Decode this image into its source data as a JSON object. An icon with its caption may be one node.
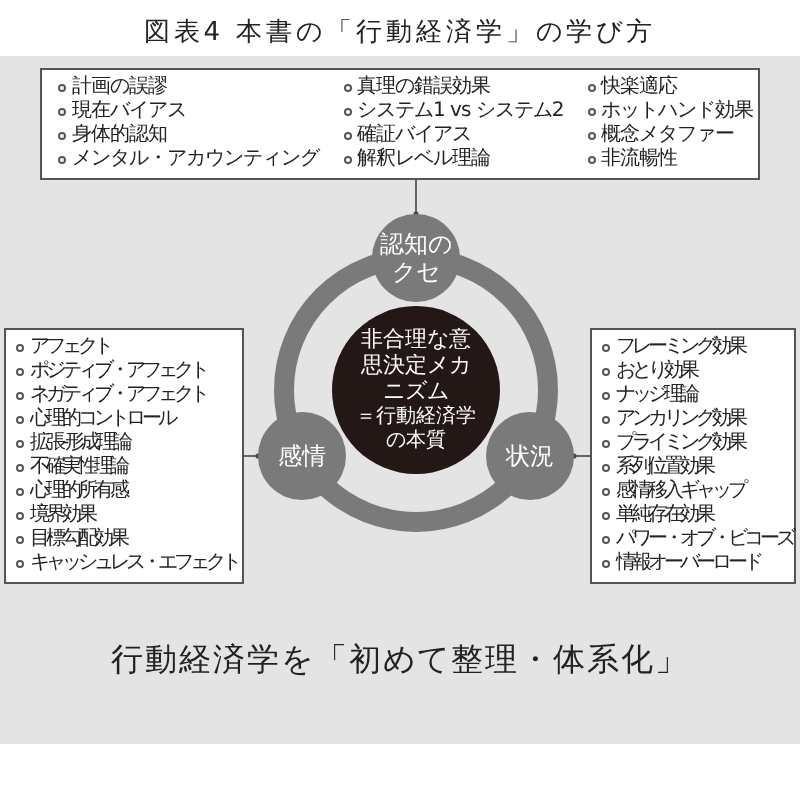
{
  "diagram": {
    "title": "図表4 本書の「行動経済学」の学び方",
    "caption": "行動経済学を「初めて整理・体系化」",
    "nodes": [
      {
        "text": [
          "計画の誤謬",
          "現在バイアス",
          "身体的認知",
          "メンタル・アカウンティング",
          "真理の錯誤効果",
          "システム1 vs システム2",
          "確証バイアス",
          "解釈レベル理論",
          "快楽適応",
          "ホットハンド効果",
          "概念メタファー",
          "非流暢性"
        ]
      },
      {
        "text": [
          "認知のクセ"
        ]
      },
      {
        "text": [
          "非合理な意思決定メカニズム",
          "＝行動経済学の本質"
        ]
      },
      {
        "text": [
          "アフェクト",
          "ポジティブ・アフェクト",
          "ネガティブ・アフェクト",
          "心理的コントロール",
          "拡張-形成理論",
          "不確実性理論",
          "心理的所有感",
          "境界効果",
          "目標勾配効果",
          "キャッシュレス・エフェクト"
        ]
      },
      {
        "text": [
          "感情"
        ]
      },
      {
        "text": [
          "フレーミング効果",
          "おとり効果",
          "ナッジ理論",
          "アンカリング効果",
          "プライミング効果",
          "系列位置効果",
          "感情移入ギャップ",
          "単純存在効果",
          "パワー・オブ・ビコーズ",
          "情報オーバーロード"
        ]
      },
      {
        "text": [
          "状況"
        ]
      }
    ],
    "edges": [
      {
        "from": 0,
        "to": 1,
        "arrow": "other"
      },
      {
        "from": 3,
        "to": 4,
        "arrow": "other"
      },
      {
        "from": 5,
        "to": 6,
        "arrow": "other"
      }
    ]
  }
}
